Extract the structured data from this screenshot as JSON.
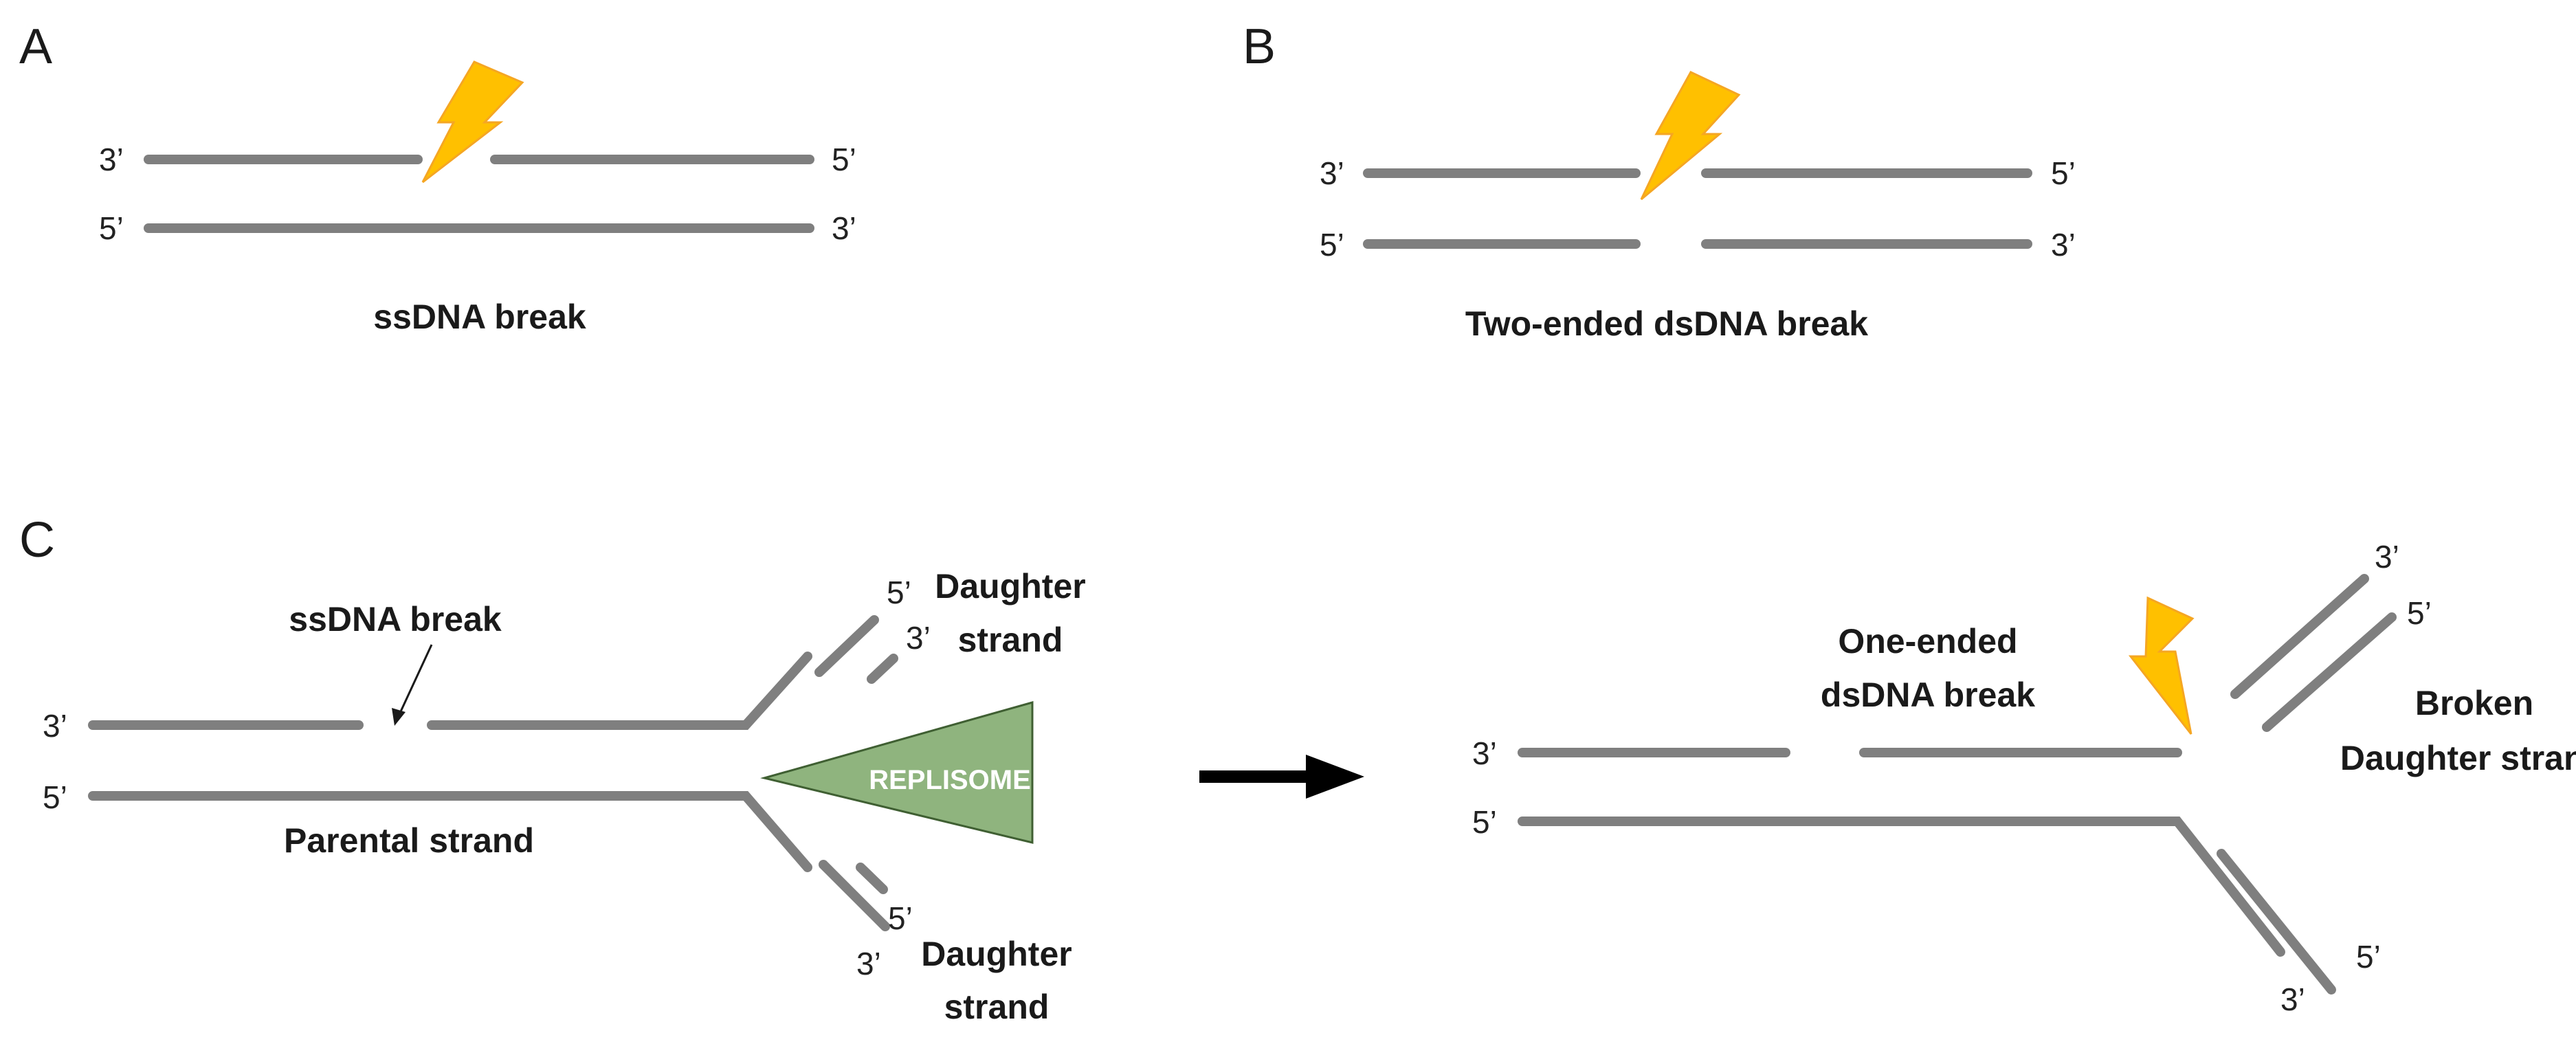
{
  "colors": {
    "strand": "#7f7f7f",
    "bolt_fill": "#ffc000",
    "bolt_stroke": "#f5a623",
    "replisome_fill": "#8fb47e",
    "replisome_stroke": "#3f5f32",
    "arrow": "#000000",
    "text": "#1a1a1a"
  },
  "icons": {
    "damage": "lightning-bolt-icon",
    "transition": "right-arrow-icon"
  },
  "panel_a": {
    "letter": "A",
    "top_left": "3’",
    "top_right": "5’",
    "bottom_left": "5’",
    "bottom_right": "3’",
    "caption": "ssDNA break"
  },
  "panel_b": {
    "letter": "B",
    "top_left": "3’",
    "top_right": "5’",
    "bottom_left": "5’",
    "bottom_right": "3’",
    "caption": "Two-ended dsDNA break"
  },
  "panel_c": {
    "letter": "C",
    "left": {
      "top_left": "3’",
      "bottom_left": "5’",
      "break_label": "ssDNA break",
      "parental_label": "Parental strand",
      "replisome_label": "REPLISOME",
      "upper_fork_5": "5’",
      "upper_fork_3": "3’",
      "upper_daughter_line1": "Daughter",
      "upper_daughter_line2": "strand",
      "lower_fork_5": "5’",
      "lower_fork_3": "3’",
      "lower_daughter_line1": "Daughter",
      "lower_daughter_line2": "strand"
    },
    "right": {
      "top_left": "3’",
      "bottom_left": "5’",
      "break_line1": "One-ended",
      "break_line2": "dsDNA break",
      "upper_fork_3": "3’",
      "upper_fork_5": "5’",
      "broken_line1": "Broken",
      "broken_line2": "Daughter strand",
      "lower_fork_5": "5’",
      "lower_fork_3": "3’"
    }
  }
}
